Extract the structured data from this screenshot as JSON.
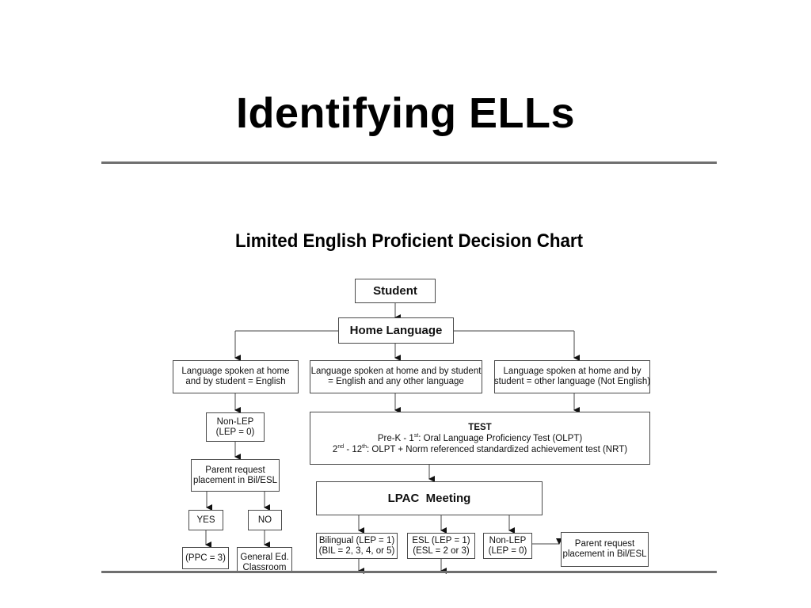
{
  "slide": {
    "title": "Identifying ELLs"
  },
  "chart": {
    "heading": "Limited English Proficient Decision Chart",
    "nodes": {
      "student": "Student",
      "home_language": "Home Language",
      "lang_english": [
        "Language spoken at home",
        "and by student = English"
      ],
      "lang_english_other": [
        "Language spoken at home and by student",
        "= English and any other language"
      ],
      "lang_other": [
        "Language spoken at home and by",
        "student = other language (Not English)"
      ],
      "nonlep_left": [
        "Non-LEP",
        "(LEP = 0)"
      ],
      "parent_request_left": [
        "Parent request",
        "placement in Bil/ESL"
      ],
      "yes": "YES",
      "no": "NO",
      "ppc": "(PPC = 3)",
      "general_ed": [
        "General Ed.",
        "Classroom"
      ],
      "test": {
        "title": "TEST",
        "line1_pre": "Pre-K - 1",
        "line1_sup": "st",
        "line1_post": ": Oral Language Proficiency Test (OLPT)",
        "line2_a": "2",
        "line2_a_sup": "nd",
        "line2_b": " - 12",
        "line2_b_sup": "th",
        "line2_post": ": OLPT + Norm referenced standardized achievement test (NRT)"
      },
      "lpac": "LPAC  Meeting",
      "bilingual": [
        "Bilingual (LEP = 1)",
        "(BIL = 2, 3, 4, or 5)"
      ],
      "esl": [
        "ESL (LEP = 1)",
        "(ESL = 2 or 3)"
      ],
      "nonlep_right": [
        "Non-LEP",
        "(LEP = 0)"
      ],
      "parent_request_right": [
        "Parent request",
        "placement in Bil/ESL"
      ]
    }
  },
  "colors": {
    "rule": "#6f6f6f",
    "box_border": "#4a4a4a",
    "text": "#000000"
  }
}
